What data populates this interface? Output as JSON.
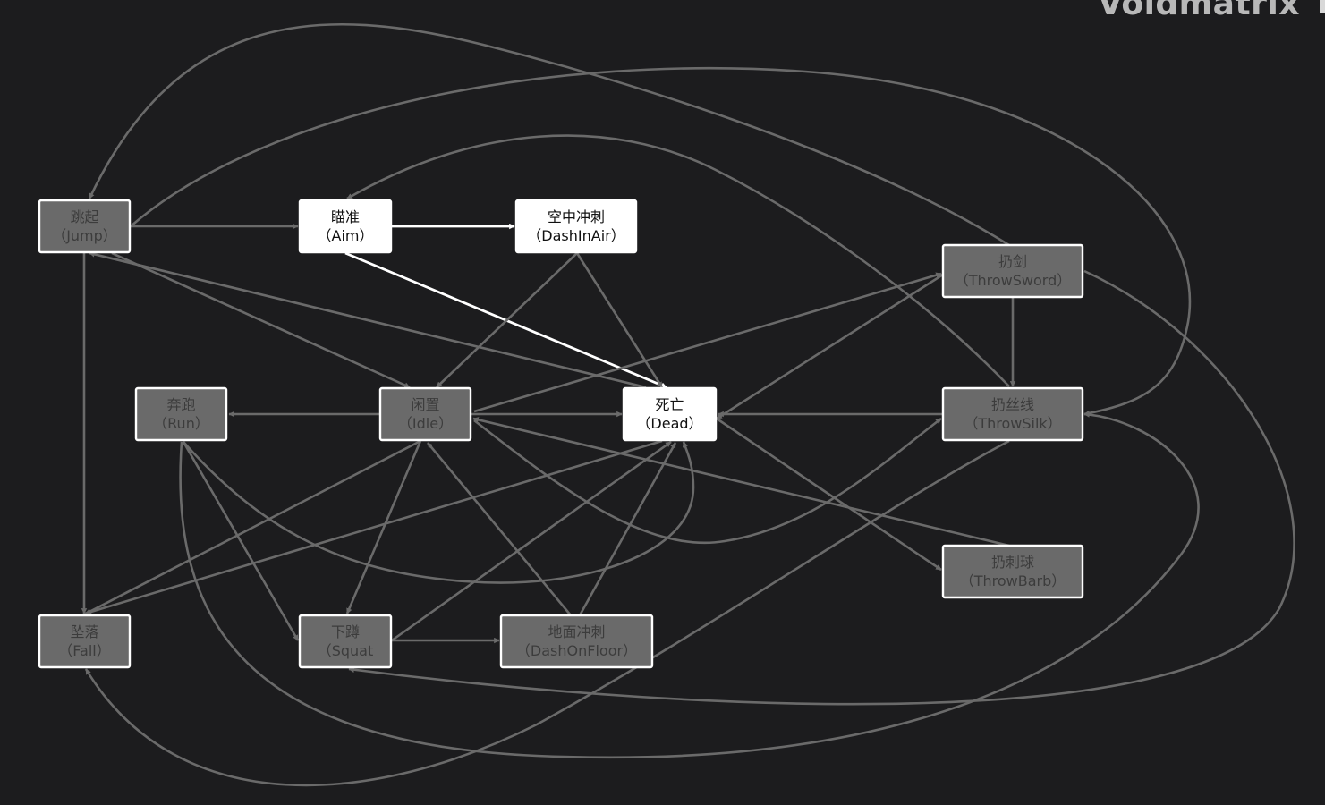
{
  "watermark": "Voidmatrix",
  "nodes": [
    {
      "id": "jump",
      "line1": "跳起",
      "line2": "（Jump）",
      "active": false
    },
    {
      "id": "aim",
      "line1": "瞄准",
      "line2": "（Aim）",
      "active": true
    },
    {
      "id": "dashinair",
      "line1": "空中冲刺",
      "line2": "（DashInAir）",
      "active": true
    },
    {
      "id": "throwsword",
      "line1": "扔剑",
      "line2": "（ThrowSword）",
      "active": false
    },
    {
      "id": "run",
      "line1": "奔跑",
      "line2": "（Run）",
      "active": false
    },
    {
      "id": "idle",
      "line1": "闲置",
      "line2": "（Idle）",
      "active": false
    },
    {
      "id": "dead",
      "line1": "死亡",
      "line2": "（Dead）",
      "active": true
    },
    {
      "id": "throwsilk",
      "line1": "扔丝线",
      "line2": "（ThrowSilk）",
      "active": false
    },
    {
      "id": "throwbarb",
      "line1": "扔刺球",
      "line2": "（ThrowBarb）",
      "active": false
    },
    {
      "id": "fall",
      "line1": "坠落",
      "line2": "（Fall）",
      "active": false
    },
    {
      "id": "squat",
      "line1": "下蹲",
      "line2": "（Squat",
      "active": false
    },
    {
      "id": "dashonfloor",
      "line1": "地面冲刺",
      "line2": "（DashOnFloor）",
      "active": false
    }
  ],
  "edges": [
    {
      "from": "jump",
      "to": "aim",
      "highlight": false
    },
    {
      "from": "aim",
      "to": "dashinair",
      "highlight": true
    },
    {
      "from": "aim",
      "to": "dead",
      "highlight": true
    },
    {
      "from": "dashinair",
      "to": "idle",
      "highlight": false
    },
    {
      "from": "dashinair",
      "to": "dead",
      "highlight": false
    },
    {
      "from": "jump",
      "to": "idle",
      "highlight": false
    },
    {
      "from": "dead",
      "to": "jump",
      "highlight": false
    },
    {
      "from": "jump",
      "to": "fall",
      "highlight": false
    },
    {
      "from": "idle",
      "to": "run",
      "highlight": false
    },
    {
      "from": "idle",
      "to": "dead",
      "highlight": false
    },
    {
      "from": "throwsilk",
      "to": "dead",
      "highlight": false
    },
    {
      "from": "throwsword",
      "to": "throwsilk",
      "highlight": false
    },
    {
      "from": "throwsword",
      "to": "dead",
      "highlight": false
    },
    {
      "from": "idle",
      "to": "throwsword",
      "highlight": false
    },
    {
      "from": "throwbarb",
      "to": "idle",
      "highlight": false
    },
    {
      "from": "dead",
      "to": "throwbarb",
      "highlight": false
    },
    {
      "from": "idle",
      "to": "throwsilk",
      "highlight": false
    },
    {
      "from": "idle",
      "to": "squat",
      "highlight": false
    },
    {
      "from": "idle",
      "to": "fall",
      "highlight": false
    },
    {
      "from": "dashonfloor",
      "to": "idle",
      "highlight": false
    },
    {
      "from": "dashonfloor",
      "to": "dead",
      "highlight": false
    },
    {
      "from": "squat",
      "to": "dead",
      "highlight": false
    },
    {
      "from": "squat",
      "to": "dashonfloor",
      "highlight": false
    },
    {
      "from": "run",
      "to": "squat",
      "highlight": false
    },
    {
      "from": "run",
      "to": "dead",
      "highlight": false
    },
    {
      "from": "dead",
      "to": "fall",
      "highlight": false
    },
    {
      "from": "throwsword",
      "to": "jump",
      "highlight": false
    },
    {
      "from": "throwsilk",
      "to": "aim",
      "highlight": false
    },
    {
      "from": "jump",
      "to": "throwsilk",
      "highlight": false
    },
    {
      "from": "run",
      "to": "throwsilk",
      "highlight": false
    },
    {
      "from": "throwsword",
      "to": "squat",
      "highlight": false
    },
    {
      "from": "throwsilk",
      "to": "fall",
      "highlight": false
    }
  ]
}
